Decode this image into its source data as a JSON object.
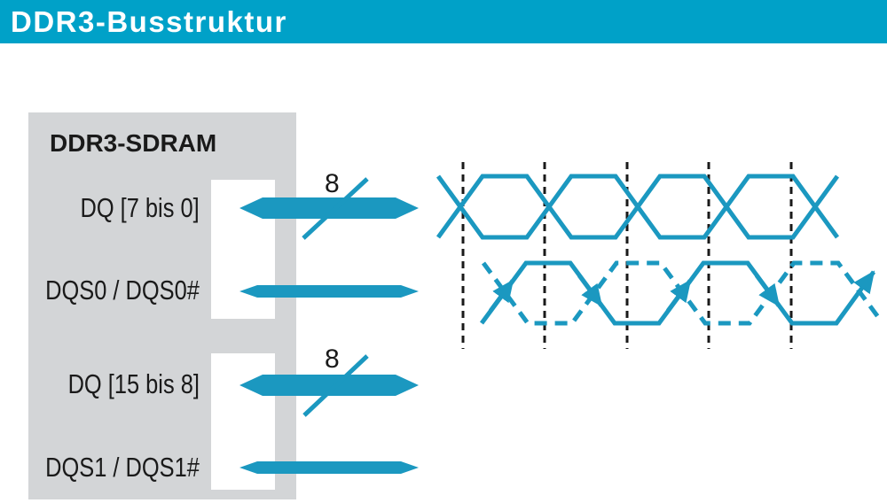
{
  "header": {
    "title": "DDR3-Busstruktur"
  },
  "chip": {
    "title": "DDR3-SDRAM",
    "signals": [
      {
        "label": "DQ [7 bis 0]",
        "bus_width": "8"
      },
      {
        "label": "DQS0 / DQS0#"
      },
      {
        "label": "DQ [15 bis 8]",
        "bus_width": "8"
      },
      {
        "label": "DQS1 / DQS1#"
      }
    ]
  },
  "colors": {
    "header_bg": "#00a1c8",
    "header_text": "#ffffff",
    "accent": "#1b98c0",
    "chip_bg": "#d3d5d7",
    "text": "#1a1a1a",
    "gridline": "#1a1a1a"
  }
}
